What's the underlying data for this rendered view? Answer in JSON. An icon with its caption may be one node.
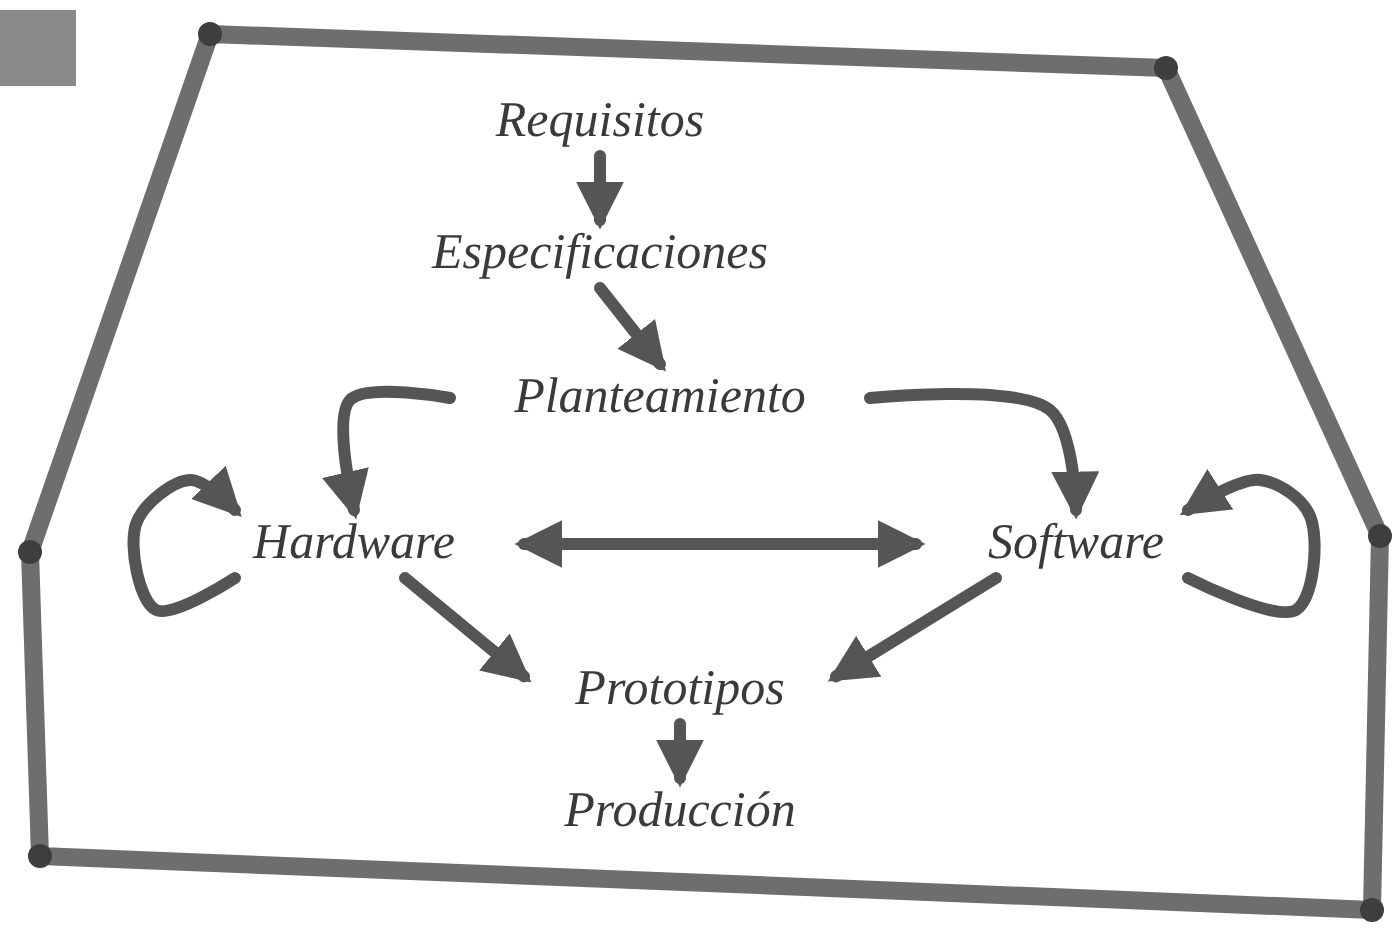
{
  "diagram": {
    "nodes": [
      {
        "text": [
          "Requisitos"
        ]
      },
      {
        "text": [
          "Especificaciones"
        ]
      },
      {
        "text": [
          "Planteamiento"
        ]
      },
      {
        "text": [
          "Hardware"
        ]
      },
      {
        "text": [
          "Software"
        ]
      },
      {
        "text": [
          "Prototipos"
        ]
      },
      {
        "text": [
          "Producción"
        ]
      }
    ],
    "edges": [
      {
        "from": 0,
        "to": 1,
        "arrow": "to"
      },
      {
        "from": 1,
        "to": 2,
        "arrow": "to"
      },
      {
        "from": 2,
        "to": 3,
        "arrow": "to"
      },
      {
        "from": 2,
        "to": 4,
        "arrow": "to"
      },
      {
        "from": 3,
        "to": 4,
        "arrow": "both"
      },
      {
        "from": 3,
        "to": 3,
        "arrow": "to"
      },
      {
        "from": 4,
        "to": 4,
        "arrow": "to"
      },
      {
        "from": 3,
        "to": 5,
        "arrow": "to"
      },
      {
        "from": 4,
        "to": 5,
        "arrow": "to"
      },
      {
        "from": 5,
        "to": 6,
        "arrow": "to"
      }
    ]
  }
}
